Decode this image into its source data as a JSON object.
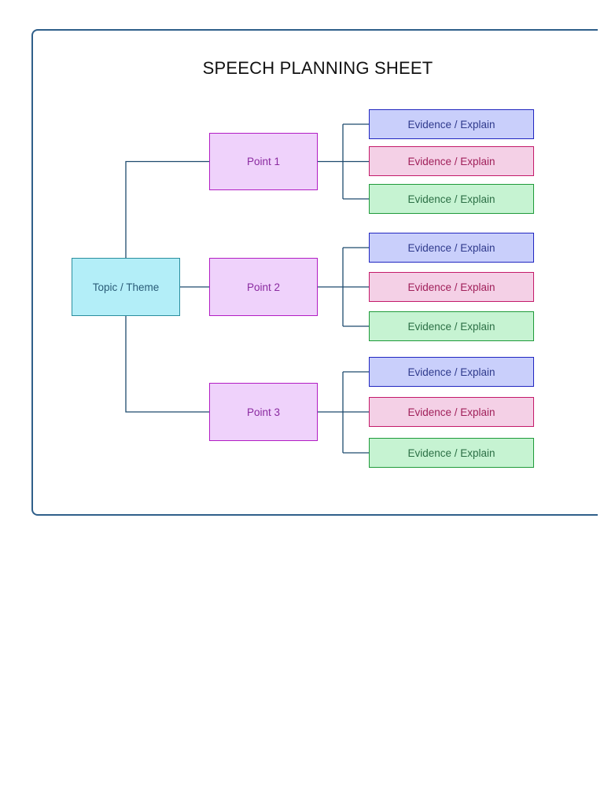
{
  "title": "SPEECH PLANNING SHEET",
  "topic": {
    "label": "Topic / Theme"
  },
  "points": [
    {
      "label": "Point 1",
      "evidence": [
        "Evidence / Explain",
        "Evidence / Explain",
        "Evidence / Explain"
      ]
    },
    {
      "label": "Point 2",
      "evidence": [
        "Evidence / Explain",
        "Evidence / Explain",
        "Evidence / Explain"
      ]
    },
    {
      "label": "Point 3",
      "evidence": [
        "Evidence / Explain",
        "Evidence / Explain",
        "Evidence / Explain"
      ]
    }
  ],
  "colors": {
    "frame": "#2f5f8a",
    "connector": "#1e4a6e",
    "topic_fill": "#b3eef8",
    "point_fill": "#efd2fb",
    "evidence_fills": [
      "#c9cffb",
      "#f4d0e6",
      "#c6f3d2"
    ]
  }
}
